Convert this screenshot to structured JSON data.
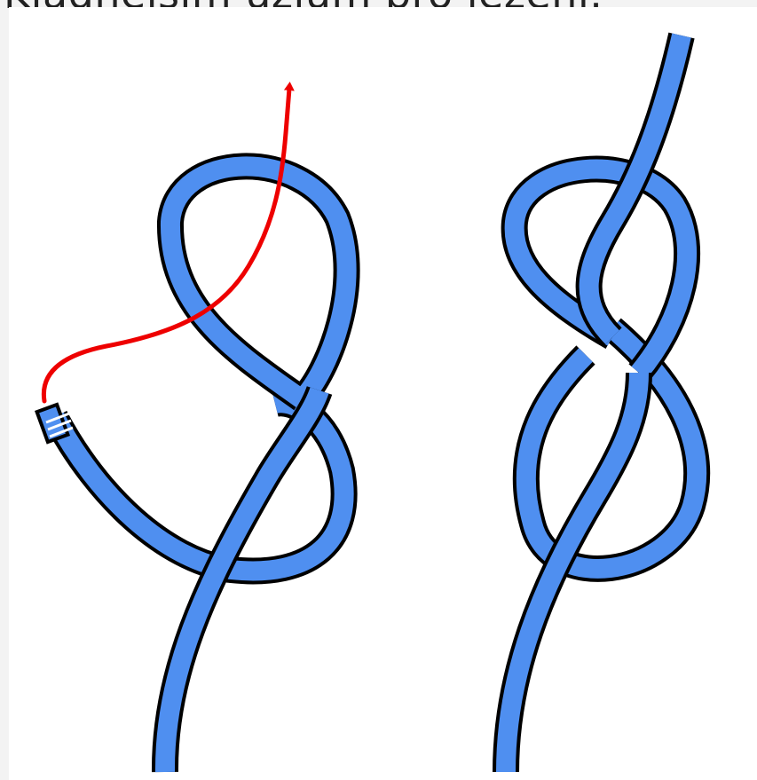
{
  "page": {
    "caption": "Kladnejsim uzlum pro lezeni."
  },
  "colors": {
    "page_background": "#f3f3f3",
    "panel_background": "#ffffff",
    "rope_fill": "#4f8ff0",
    "rope_outline": "#000000",
    "arrow": "#ee0000",
    "caption_text": "#222222"
  },
  "diagram": {
    "figures": [
      {
        "id": "left",
        "description_icon": "figure-eight-knot-in-progress-icon"
      },
      {
        "id": "right",
        "description_icon": "figure-eight-knot-complete-icon"
      }
    ]
  }
}
